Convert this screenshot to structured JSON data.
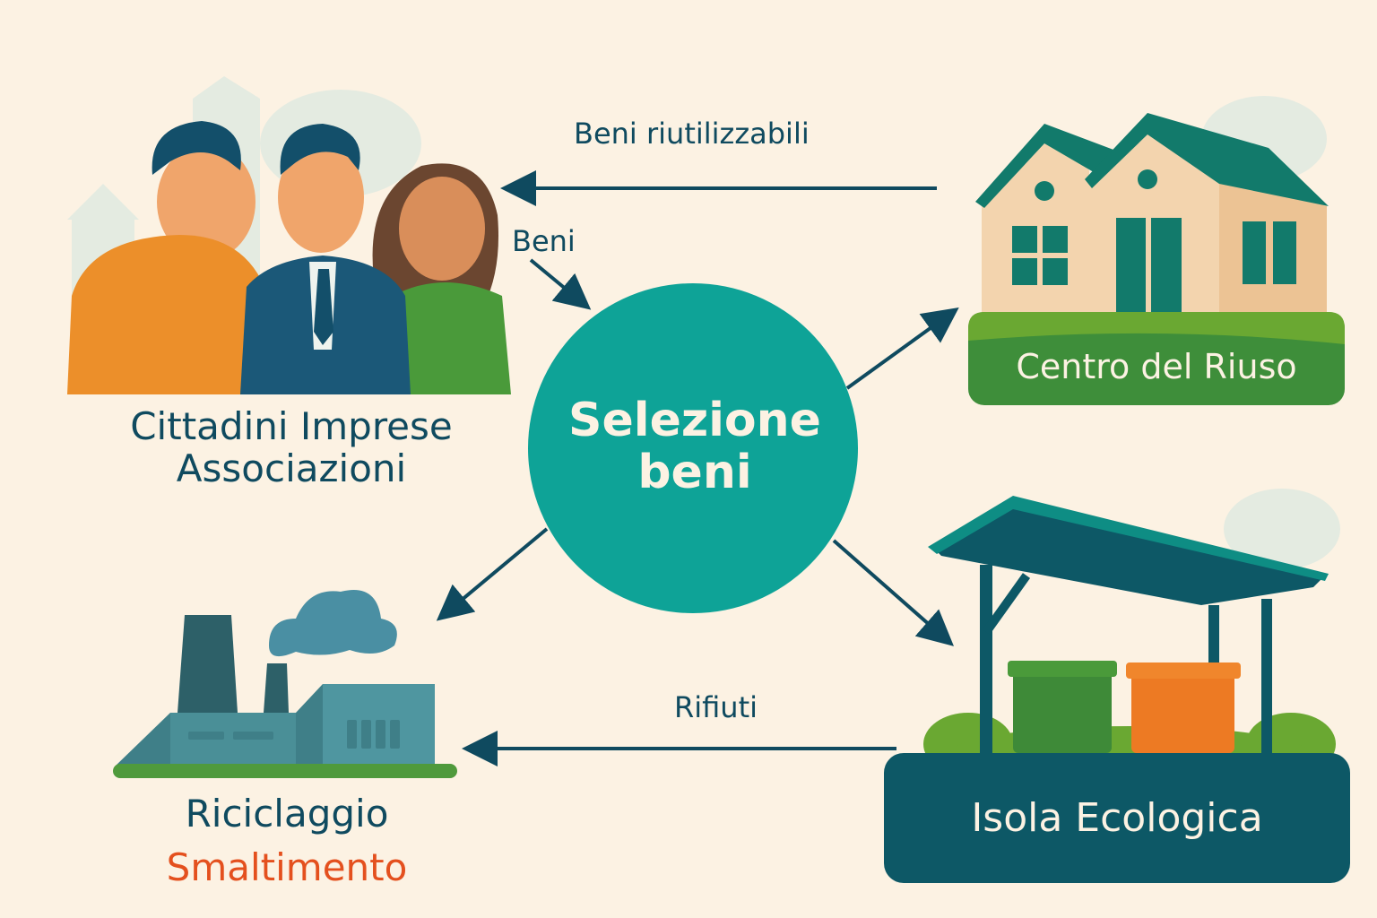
{
  "diagram": {
    "title": "Selezione beni",
    "center_node": {
      "line1": "Selezione",
      "line2": "beni",
      "color": "#0ea397"
    },
    "nodes": {
      "people": {
        "line1": "Cittadini  Imprese",
        "line2": "Associazioni"
      },
      "riuso": {
        "label": "Centro del Riuso",
        "color": "#3e8e3a"
      },
      "isola": {
        "label": "Isola Ecologica",
        "color": "#0d5866"
      },
      "riciclaggio": {
        "line1": "Riciclaggio",
        "line2": "Smaltimento",
        "line2_color": "#e4501e"
      }
    },
    "edges": [
      {
        "from": "people",
        "to": "center",
        "label": "Beni"
      },
      {
        "from": "riuso",
        "to": "people",
        "label": "Beni riutilizzabili"
      },
      {
        "from": "center",
        "to": "riuso",
        "label": ""
      },
      {
        "from": "center",
        "to": "isola",
        "label": ""
      },
      {
        "from": "center",
        "to": "riciclaggio",
        "label": ""
      },
      {
        "from": "isola",
        "to": "riciclaggio",
        "label": "Rifiuti"
      }
    ],
    "colors": {
      "background": "#fcf2e3",
      "arrow": "#0f4a5f",
      "text_dark": "#0f4a5f"
    }
  }
}
